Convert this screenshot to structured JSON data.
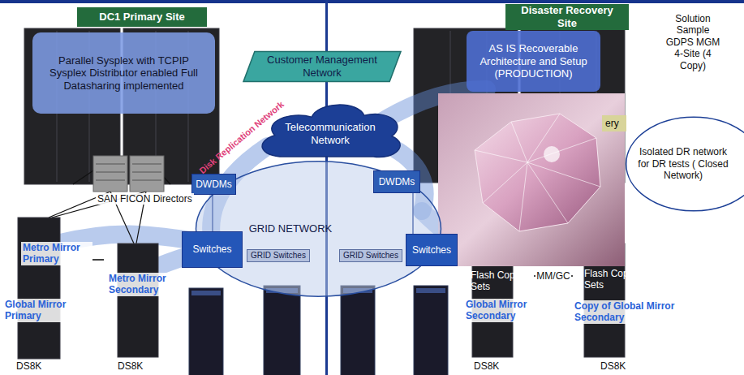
{
  "diagram": {
    "nodes": [
      {
        "text": [
          "DC1 Primary Site"
        ]
      },
      {
        "text": [
          "Disaster Recovery Site"
        ]
      },
      {
        "text": [
          "Parallel Sysplex with TCPIP Sysplex Distributor enabled Full Datasharing implemented"
        ]
      },
      {
        "text": [
          "Customer Management Network"
        ]
      },
      {
        "text": [
          "AS IS Recoverable Architecture and Setup (PRODUCTION)"
        ]
      },
      {
        "text": [
          "Telecommunication Network"
        ]
      },
      {
        "text": [
          "Isolated DR network for DR tests ( Closed Network)"
        ]
      },
      {
        "text": [
          "GRID NETWORK"
        ]
      },
      {
        "text": [
          "DWDMs"
        ]
      },
      {
        "text": [
          "DWDMs"
        ]
      },
      {
        "text": [
          "Switches"
        ]
      },
      {
        "text": [
          "Switches"
        ]
      },
      {
        "text": [
          "GRID Switches"
        ],
        "in": 7
      },
      {
        "text": [
          "GRID Switches"
        ],
        "in": 7
      },
      {
        "text": [
          "Metro Mirror Primary",
          "Global Mirror Primary",
          "DS8K"
        ]
      },
      {
        "text": [
          "Metro Mirror Secondary",
          "DS8K"
        ]
      },
      {
        "text": [
          "Flash Copy Sets",
          "Global Mirror Secondary",
          "DS8K"
        ]
      },
      {
        "text": [
          "Flash Copy Sets",
          "Copy of Global Mirror Secondary",
          "DS8K"
        ]
      }
    ],
    "edges": [
      {
        "from": 14,
        "to": 15,
        "arrow": "none"
      },
      {
        "from": 16,
        "to": 17,
        "arrow": "none",
        "label": "MM/GC"
      },
      {
        "from": 10,
        "to": 8,
        "arrow": "none"
      },
      {
        "from": 11,
        "to": 9,
        "arrow": "none"
      }
    ],
    "labels": [
      "Solution Sample GDPS MGM 4-Site (4 Copy)",
      "Disk Replication Network",
      "SAN FICON Directors",
      "ery"
    ]
  }
}
